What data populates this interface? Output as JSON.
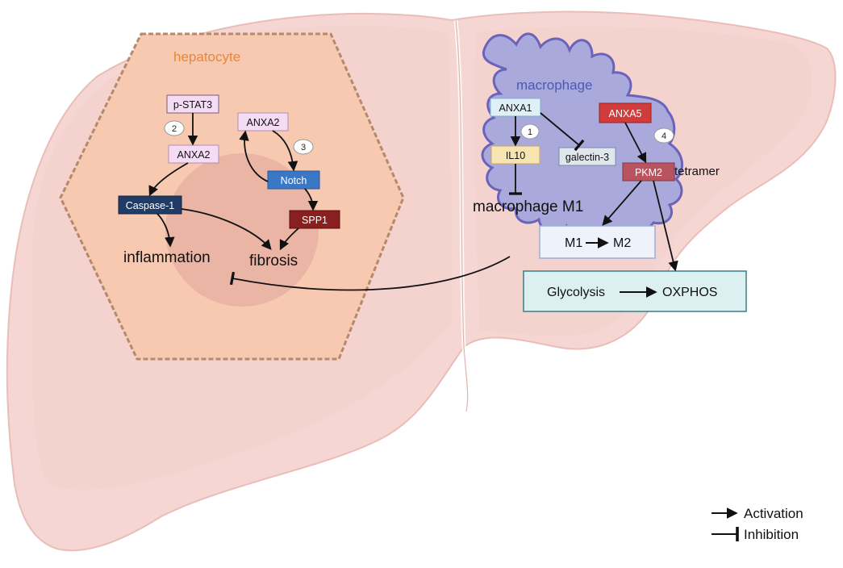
{
  "hepatocyte": {
    "title": "hepatocyte",
    "nodes": {
      "pstat3": "p-STAT3",
      "anxa2_a": "ANXA2",
      "anxa2_b": "ANXA2",
      "notch": "Notch",
      "caspase1": "Caspase-1",
      "spp1": "SPP1"
    },
    "outcomes": {
      "inflammation": "inflammation",
      "fibrosis": "fibrosis"
    },
    "markers": {
      "two": "2",
      "three": "3"
    }
  },
  "macrophage": {
    "title": "macrophage",
    "nodes": {
      "anxa1": "ANXA1",
      "il10": "IL10",
      "galectin3": "galectin-3",
      "anxa5": "ANXA5",
      "pkm2": "PKM2"
    },
    "tetramer": "tetramer",
    "m1_label": "macrophage M1",
    "markers": {
      "one": "1",
      "four": "4"
    }
  },
  "polarization": {
    "from": "M1",
    "to": "M2"
  },
  "metabolism": {
    "from": "Glycolysis",
    "to": "OXPHOS"
  },
  "legend": {
    "activation": "Activation",
    "inhibition": "Inhibition"
  },
  "colors": {
    "liver_fill": "#f6d6d3",
    "liver_stroke": "#e9bdb8",
    "hepatocyte_fill": "#f7c9b0",
    "hepatocyte_stroke": "#b48a6a",
    "nucleus_fill": "#e8b2a2",
    "hepatocyte_title": "#e8873a",
    "macrophage_fill": "#a9a9dc",
    "macrophage_stroke": "#6a63b9",
    "macrophage_title": "#4b59b0",
    "pink_box": "#f5dcf5",
    "blue_box": "#3a78c6",
    "navy_box": "#1f3b66",
    "darkred_box": "#8a1f1f",
    "red_box": "#d03c3c",
    "rose_box": "#b8545f",
    "lightblue_box": "#dff0f7",
    "yellow_box": "#f7e4b0",
    "gray_box": "#dfe6ee",
    "m1m2_box": "#eef2fb",
    "metab_box": "#dcf0f2"
  }
}
